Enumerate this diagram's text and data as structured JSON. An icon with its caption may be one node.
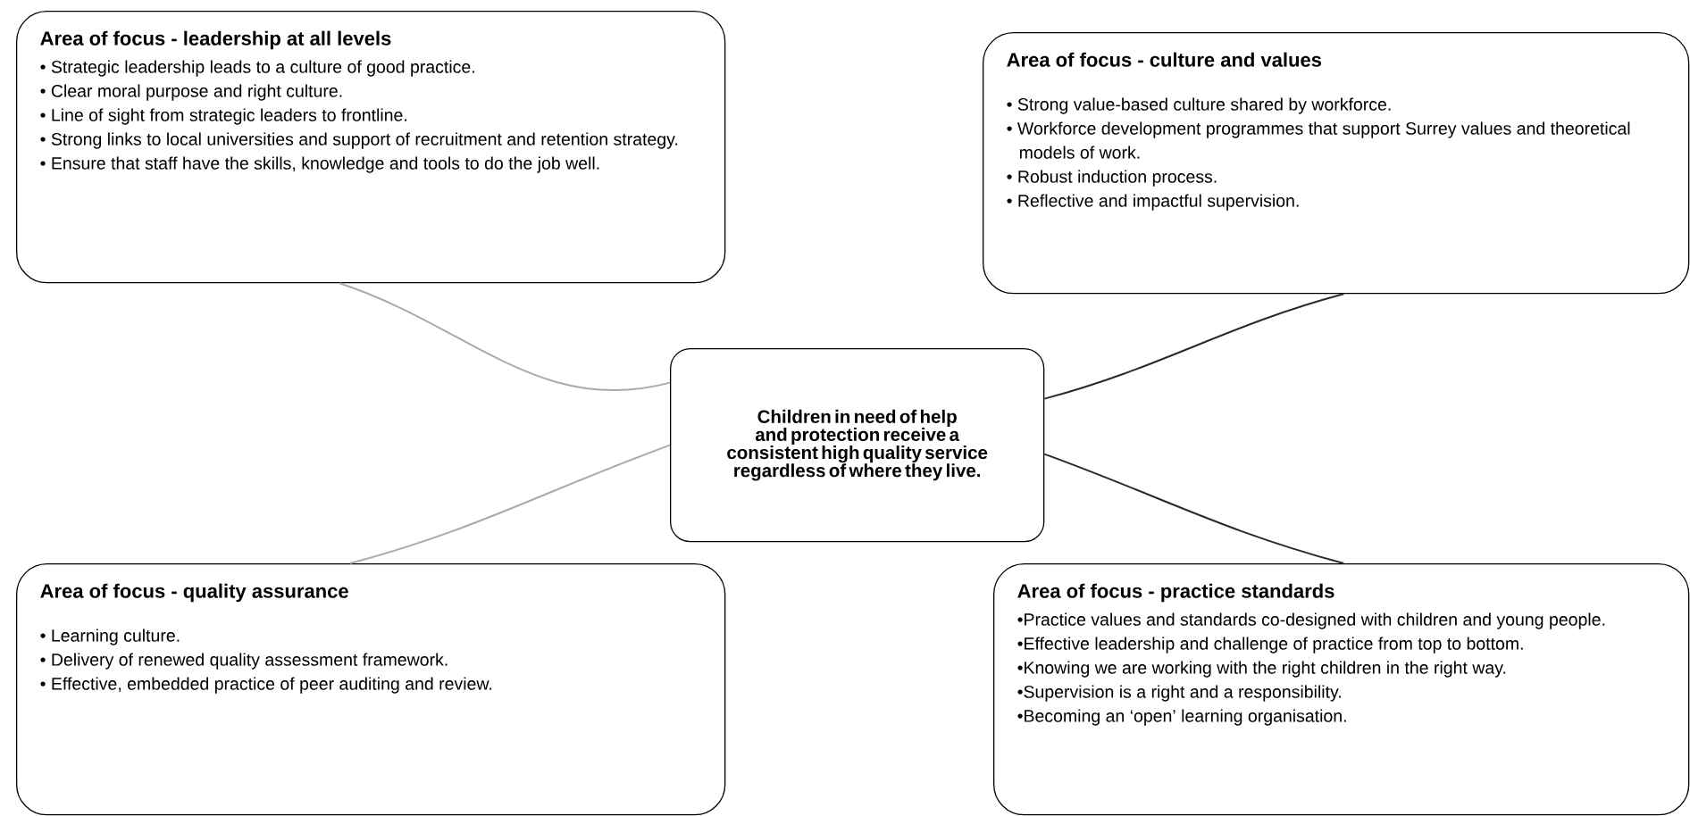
{
  "diagram": {
    "nodes": [
      {
        "text": [
          "Area of focus - leadership at all levels",
          "• Strategic leadership leads to a culture of good practice.",
          "• Clear moral purpose and right culture.",
          "• Line of sight from strategic leaders to frontline.",
          "• Strong links to local universities and support of recruitment and retention strategy.",
          "• Ensure that staff have the skills, knowledge and tools to do the job well."
        ]
      },
      {
        "text": [
          "Area of focus - culture and values",
          "• Strong value-based culture shared by workforce.",
          "• Workforce development programmes that support Surrey values and theoretical models of work.",
          "• Robust induction process.",
          "• Reflective and impactful supervision."
        ]
      },
      {
        "text": [
          "Children in need of help and protection receive a consistent high quality service regardless of where they live."
        ]
      },
      {
        "text": [
          "Area of focus - quality assurance",
          "• Learning culture.",
          "• Delivery of renewed quality assessment framework.",
          "• Effective, embedded practice of peer auditing and review."
        ]
      },
      {
        "text": [
          "Area of focus - practice standards",
          "•Practice values and standards co-designed with children and young people.",
          "•Effective leadership and challenge of practice from top to bottom.",
          "•Knowing we are working with the right children in the right way.",
          "•Supervision is a right and a responsibility.",
          "•Becoming an ‘open’ learning organisation."
        ]
      }
    ],
    "edges": [
      {
        "from": 0,
        "to": 2,
        "arrow": "none",
        "color": "#aaaaaa"
      },
      {
        "from": 1,
        "to": 2,
        "arrow": "none",
        "color": "#2a2a2a"
      },
      {
        "from": 3,
        "to": 2,
        "arrow": "none",
        "color": "#aaaaaa"
      },
      {
        "from": 4,
        "to": 2,
        "arrow": "none",
        "color": "#2a2a2a"
      }
    ]
  }
}
